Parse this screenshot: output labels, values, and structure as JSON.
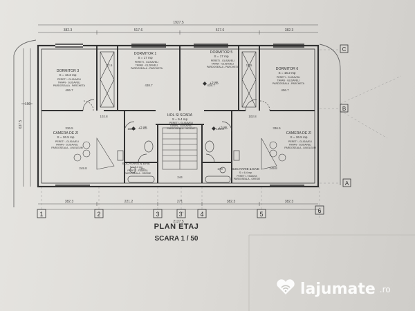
{
  "drawing": {
    "title": "PLAN ETAJ",
    "scale": "SCARA 1 / 50",
    "overall_dims": {
      "top_total": "1927.5",
      "top_parts": [
        "382.3",
        "517.6",
        "517.6",
        "382.3"
      ],
      "bottom_total": "2127.5",
      "bottom_parts": [
        "382.3",
        "221.2",
        "271",
        "382.3",
        "382.3"
      ],
      "left_total": "637.5",
      "left_part": "160"
    },
    "axes_vertical": [
      "1",
      "2",
      "3",
      "3'",
      "4",
      "5",
      "6"
    ],
    "axes_horizontal": [
      "C",
      "B",
      "A"
    ],
    "rooms": [
      {
        "name": "DORMITOR 3",
        "area": "S = 16.2 mp",
        "lines": [
          "PERETI - GLISAVELI",
          "TAVAN - GLISAVELI",
          "PARDOSEALA - PARCHETA"
        ]
      },
      {
        "name": "DORMITOR 1",
        "area": "S = 17 mp",
        "lines": [
          "PERETI - GLISAVELI",
          "TAVAN - GLISAVELI",
          "PARDOSEALA - PARCHETA"
        ]
      },
      {
        "name": "DORMITOR 5",
        "area": "S = 17 mp",
        "lines": [
          "PERETI - GLISAVELI",
          "TAVAN - GLISAVELI",
          "PARDOSEALA - PARCHETA"
        ]
      },
      {
        "name": "DORMITOR 6",
        "area": "S = 16.2 mp",
        "lines": [
          "PERETI - GLISAVELI",
          "TAVAN - GLISAVELI",
          "PARDOSEALA - PARCHETA"
        ]
      },
      {
        "name": "CAMERA DE ZI",
        "area": "S = 26.5 mp",
        "lines": [
          "PERETI - GLISAVELI",
          "TAVAN - GLISAVELI",
          "PARDOSEALA - LINOLEUM"
        ]
      },
      {
        "name": "CAMERA DE ZI",
        "area": "S = 26.5 mp",
        "lines": [
          "PERETI - GLISAVELI",
          "TAVAN - GLISAVELI",
          "PARDOSEALA - LINOLEUM"
        ]
      },
      {
        "name": "HOL SI SCARA",
        "area": "S = 9.4 mp",
        "lines": [
          "PERETI - GLISAVELI",
          "TAVAN - GLISAVELI",
          "PARDOSEALA - MOZAIC"
        ]
      },
      {
        "name": "BUCATARIE & BAIE",
        "area": "S = 6.4 mp",
        "lines": [
          "PERETI - FAIANTA",
          "PARDOSEALA - GRESIE"
        ]
      },
      {
        "name": "BUCATARIE & BAIE",
        "area": "S = 6.4 mp",
        "lines": [
          "PERETI - FAIANTA",
          "PARDOSEALA - GRESIE"
        ]
      }
    ],
    "level_marks": [
      "+2.85",
      "+2.85",
      "+2.85"
    ],
    "misc_dims": [
      "406.7",
      "406.7",
      "438.7",
      "438.7",
      "336.5",
      "336.5",
      "102.8",
      "102.8",
      "249.8",
      "249.8",
      "244",
      "170",
      "170",
      "12.5",
      "12.5",
      "182.5",
      "182.5"
    ]
  },
  "watermark": {
    "brand": "lajumate",
    "tld": ".ro",
    "icon": "heart-wifi-icon"
  },
  "colors": {
    "paper": "#e4e3df",
    "ink": "#3a3a3a",
    "watermark": "#ffffff"
  }
}
